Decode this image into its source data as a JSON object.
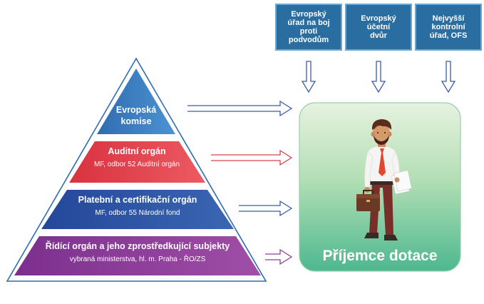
{
  "authorities": [
    {
      "label": "Evropský\núřad na boj\nproti\npodvodům"
    },
    {
      "label": "Evropský\núčetní\ndvůr"
    },
    {
      "label": "Nejvyšší\nkontrolní\núřad, OFS"
    }
  ],
  "pyramid": [
    {
      "title": "Evropská\nkomise",
      "subtitle": ""
    },
    {
      "title": "Auditní orgán",
      "subtitle": "MF, odbor 52 Auditní orgán"
    },
    {
      "title": "Platební a certifikační orgán",
      "subtitle": "MF, odbor 55 Národní fond"
    },
    {
      "title": "Řídící orgán a jeho zprostředkující subjekty",
      "subtitle": "vybraná ministerstva, hl. m. Praha - ŘO/ZS"
    }
  ],
  "recipient": {
    "label": "Příjemce dotace"
  },
  "colors": {
    "authority_box": "#2a6ea1",
    "tier_commission": "#3d7fc1",
    "tier_audit": "#e2424f",
    "tier_payment": "#3156a4",
    "tier_managing": "#8d3f9b",
    "arrow_blue": "#3a5ca8",
    "arrow_red": "#d8434f",
    "arrow_purple": "#8a3f98",
    "recipient_gradient_top": "#e4f1df",
    "recipient_gradient_bottom": "#4eb990"
  },
  "icons": [
    "down-arrow-icon",
    "right-arrow-icon",
    "businessman-illustration"
  ]
}
